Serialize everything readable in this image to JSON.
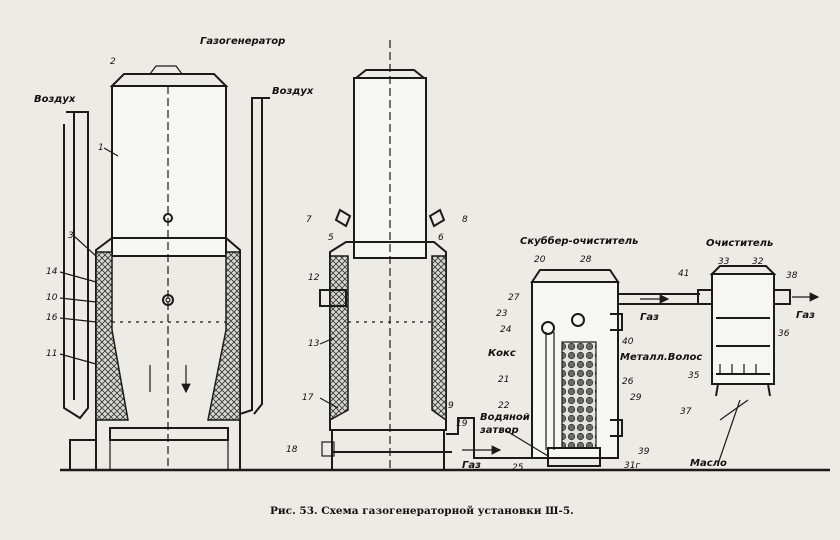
{
  "diagram": {
    "caption": "Рис. 53. Схема газогенераторной установки Ш-5.",
    "titles": {
      "gasgen": "Газогенератор",
      "scrubber": "Скуббер-очиститель",
      "cleaner": "Очиститель"
    },
    "labels": {
      "air_left": "Воздух",
      "air_right": "Воздух",
      "gas_1": "Газ",
      "gas_2": "Газ",
      "gas_3": "Газ",
      "coke": "Кокс",
      "metal_wool": "Металл.Волос",
      "water_seal_1": "Водяной",
      "water_seal_2": "затвор",
      "oil": "Масло"
    },
    "numbers": {
      "n1": "1",
      "n2": "2",
      "n3": "3",
      "n5": "5",
      "n6": "6",
      "n7": "7",
      "n8": "8",
      "n9": "9",
      "n10": "10",
      "n11": "11",
      "n12": "12",
      "n13": "13",
      "n14": "14",
      "n16": "16",
      "n17": "17",
      "n18": "18",
      "n19": "19",
      "n20": "20",
      "n21": "21",
      "n22": "22",
      "n23": "23",
      "n24": "24",
      "n25": "25",
      "n26": "26",
      "n27": "27",
      "n28": "28",
      "n29": "29",
      "n31": "31г",
      "n32": "32",
      "n33": "33",
      "n35": "35",
      "n36": "36",
      "n37": "37",
      "n38": "38",
      "n39": "39",
      "n40": "40",
      "n41": "41"
    }
  }
}
